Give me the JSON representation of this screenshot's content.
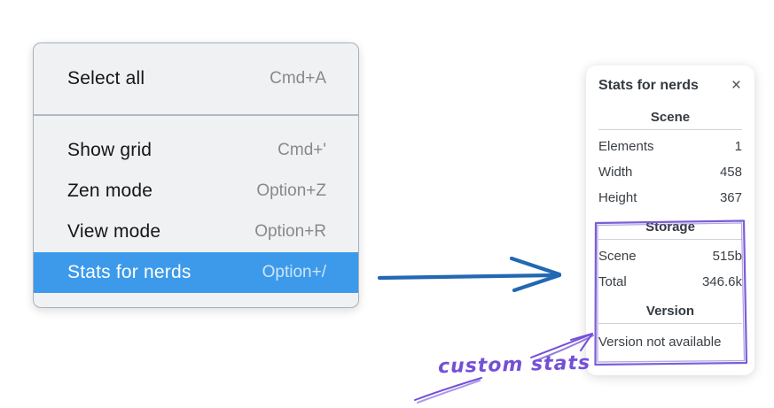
{
  "menu": {
    "sections": [
      {
        "items": [
          {
            "label": "Select all",
            "shortcut": "Cmd+A",
            "highlighted": false
          }
        ]
      },
      {
        "items": [
          {
            "label": "Show grid",
            "shortcut": "Cmd+'",
            "highlighted": false
          },
          {
            "label": "Zen mode",
            "shortcut": "Option+Z",
            "highlighted": false
          },
          {
            "label": "View mode",
            "shortcut": "Option+R",
            "highlighted": false
          },
          {
            "label": "Stats for nerds",
            "shortcut": "Option+/",
            "highlighted": true
          }
        ]
      }
    ]
  },
  "stats_panel": {
    "title": "Stats for nerds",
    "close_glyph": "×",
    "scene_section": {
      "heading": "Scene",
      "rows": [
        {
          "label": "Elements",
          "value": "1"
        },
        {
          "label": "Width",
          "value": "458"
        },
        {
          "label": "Height",
          "value": "367"
        }
      ]
    },
    "storage_section": {
      "heading": "Storage",
      "rows": [
        {
          "label": "Scene",
          "value": "515b"
        },
        {
          "label": "Total",
          "value": "346.6k"
        }
      ]
    },
    "version_section": {
      "heading": "Version",
      "message": "Version not available"
    }
  },
  "annotation": {
    "label": "custom stats"
  },
  "colors": {
    "menu_background": "#f0f1f3",
    "menu_highlight": "#3d9aea",
    "menu_highlight_text": "#ffffff",
    "menu_shortcut_text": "#87898c",
    "panel_text": "#343a40",
    "divider_gray": "#ced4da",
    "arrow_blue": "#2268b2",
    "annotation_purple": "#7450d8"
  }
}
